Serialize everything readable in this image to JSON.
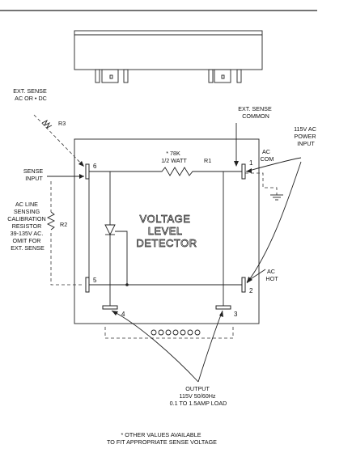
{
  "labels": {
    "ext_sense_source": "EXT. SENSE\nAC OR • DC",
    "r3": "R3",
    "sense_input": "SENSE\nINPUT",
    "ac_line_resistor": "AC LINE\nSENSING\nCALIBRATION\nRESISTOR\n39-135V AC.\nOMIT FOR\nEXT. SENSE",
    "r2": "R2",
    "ext_sense_common": "EXT. SENSE\nCOMMON",
    "ac_com": "AC\nCOM",
    "power_input": "115V AC\nPOWER\nINPUT",
    "r1_value": "* 78K\n1/2 WATT",
    "r1": "R1",
    "ac_hot": "AC\nHOT",
    "output": "OUTPUT\n115V 50/60Hz\n0.1 TO 1.5AMP LOAD",
    "footnote": "* OTHER VALUES AVAILABLE\nTO FIT APPROPRIATE SENSE VOLTAGE"
  },
  "block_title": "VOLTAGE\nLEVEL\nDETECTOR",
  "terminals": {
    "t1": "1",
    "t2": "2",
    "t3": "3",
    "t4": "4",
    "t5": "5",
    "t6": "6"
  },
  "colors": {
    "ink": "#222222",
    "paper": "#ffffff"
  }
}
